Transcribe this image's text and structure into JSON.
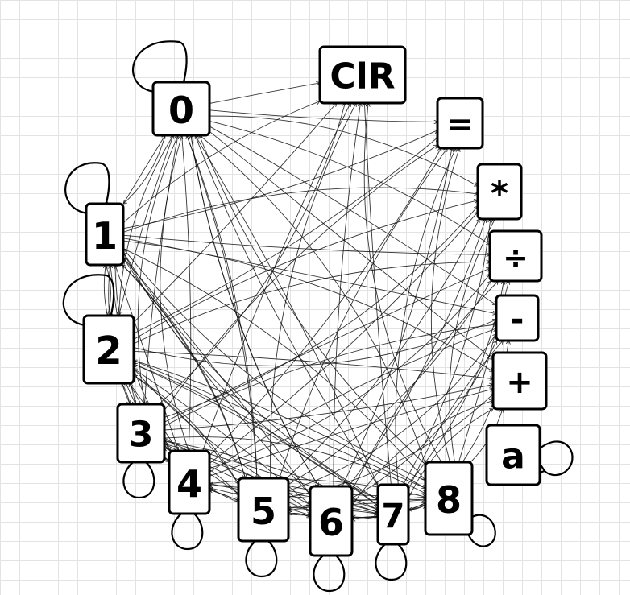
{
  "diagram": {
    "states": [
      {
        "id": "0",
        "label": "0"
      },
      {
        "id": "CLR",
        "label": "ClR"
      },
      {
        "id": "=",
        "label": "="
      },
      {
        "id": "*",
        "label": "*"
      },
      {
        "id": "÷",
        "label": "÷"
      },
      {
        "id": "-",
        "label": "-"
      },
      {
        "id": "+",
        "label": "+"
      },
      {
        "id": "a",
        "label": "a"
      },
      {
        "id": "1",
        "label": "1"
      },
      {
        "id": "2",
        "label": "2"
      },
      {
        "id": "3",
        "label": "3"
      },
      {
        "id": "4",
        "label": "4"
      },
      {
        "id": "5",
        "label": "5"
      },
      {
        "id": "6",
        "label": "6"
      },
      {
        "id": "7",
        "label": "7"
      },
      {
        "id": "8",
        "label": "8"
      }
    ],
    "self_loops": [
      "0",
      "1",
      "2",
      "3",
      "4",
      "5",
      "6",
      "7",
      "8",
      "a"
    ],
    "edge_sources": [
      "0",
      "1",
      "2",
      "3",
      "4",
      "5",
      "6",
      "7",
      "8"
    ],
    "edge_targets": [
      "0",
      "CLR",
      "=",
      "*",
      "÷",
      "-",
      "+",
      "1",
      "2",
      "3",
      "4",
      "5",
      "6",
      "7",
      "8"
    ]
  }
}
